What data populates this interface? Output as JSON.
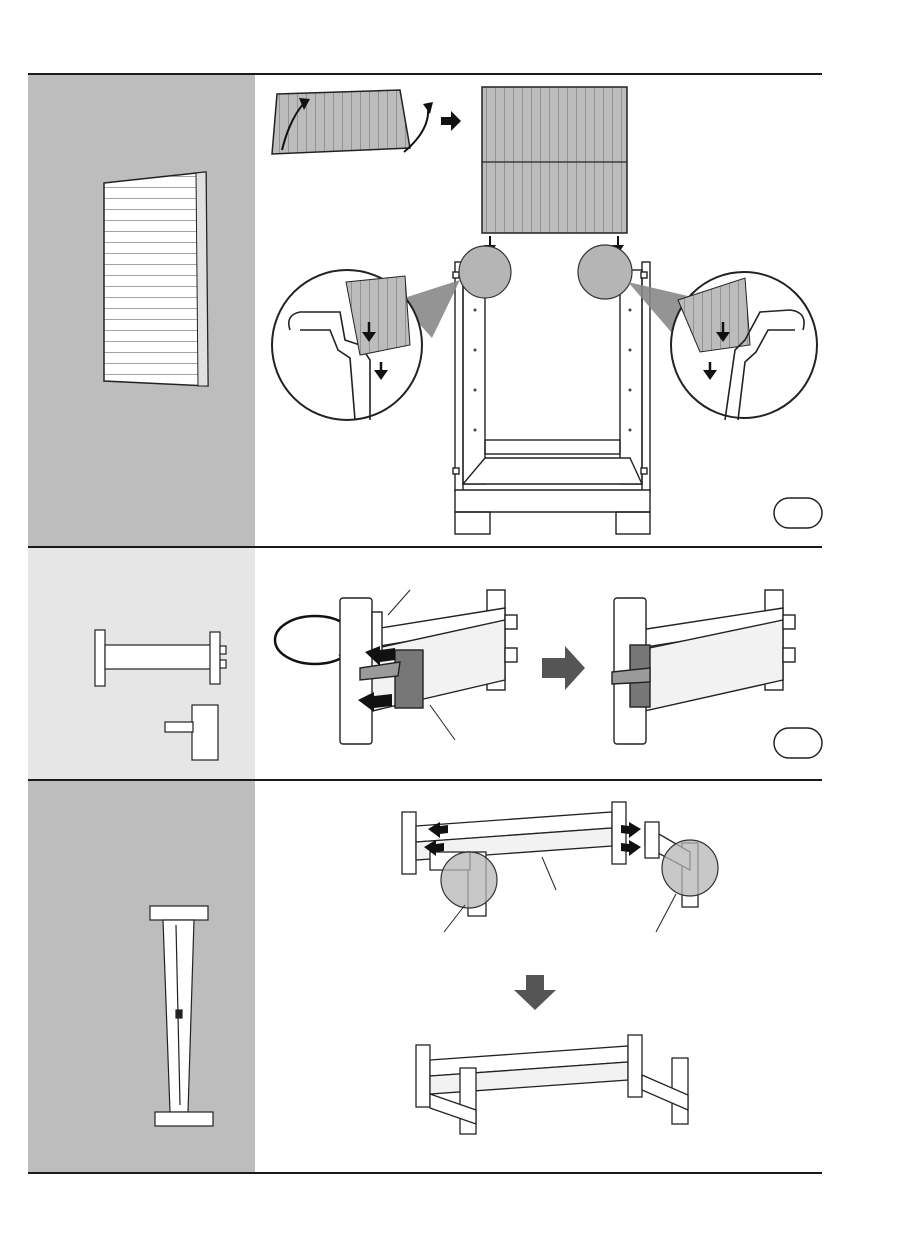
{
  "sections": [
    {
      "id": "wall-panel-install",
      "step_badge": "",
      "callout_text": ""
    },
    {
      "id": "clip-connector-install",
      "step_badge": "",
      "callout_text": ""
    },
    {
      "id": "base-frame-assembly",
      "step_badge": "",
      "callout_text": ""
    }
  ],
  "colors": {
    "sidebar_dark": "#bdbdbd",
    "sidebar_light": "#e6e6e6",
    "detail_circle": "#b5b5b5",
    "arrow_fill": "#1a1a1a",
    "step_arrow": "#555555"
  },
  "icons": [
    "arrow-right-icon",
    "arrow-down-icon",
    "magnifier-circle-icon",
    "speech-bubble-icon"
  ]
}
